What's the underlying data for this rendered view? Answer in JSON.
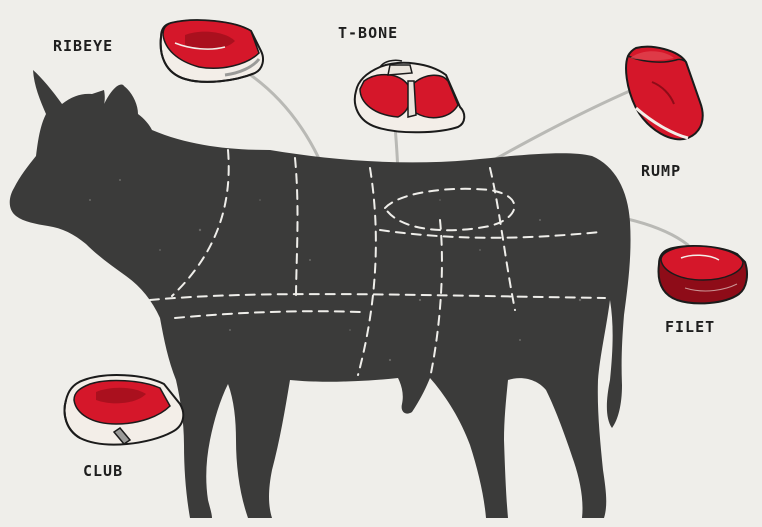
{
  "cuts": {
    "ribeye": {
      "label": "RIBEYE"
    },
    "tbone": {
      "label": "T-BONE"
    },
    "rump": {
      "label": "RUMP"
    },
    "filet": {
      "label": "FILET"
    },
    "club": {
      "label": "CLUB"
    }
  },
  "colors": {
    "background": "#efeeea",
    "silhouette": "#3b3b3a",
    "dashes": "#efeeea",
    "leader_lines": "#b9b9b5",
    "meat_red": "#d5172a",
    "meat_dark": "#8e0c18",
    "fat": "#f3eee8",
    "outline": "#1b1b1b"
  },
  "icons": [
    "bull-silhouette",
    "ribeye-steak-icon",
    "tbone-steak-icon",
    "rump-steak-icon",
    "filet-steak-icon",
    "club-steak-icon"
  ]
}
